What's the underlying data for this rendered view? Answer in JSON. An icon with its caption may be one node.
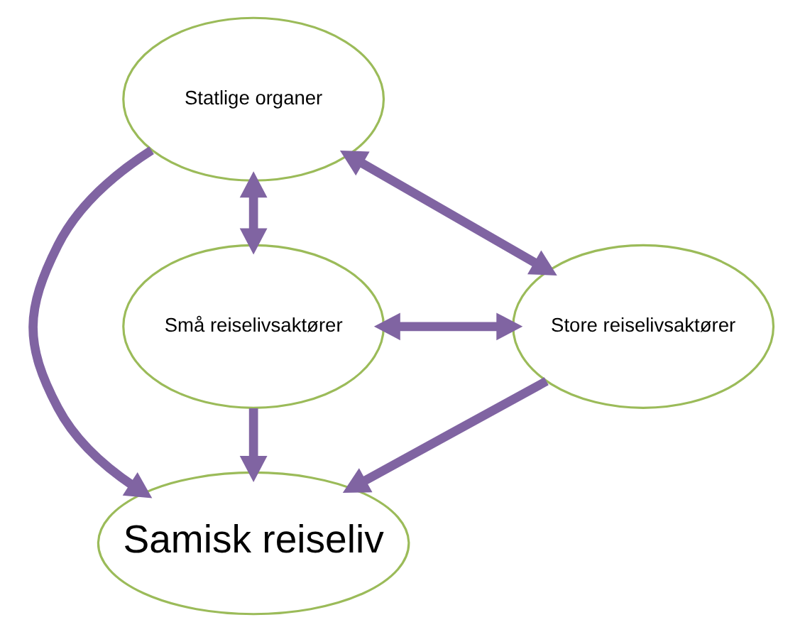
{
  "diagram": {
    "nodes": [
      {
        "text": [
          "Statlige organer"
        ]
      },
      {
        "text": [
          "Samisk reiseliv"
        ]
      },
      {
        "text": [
          "Små reiselivsaktører"
        ]
      },
      {
        "text": [
          "Store reiselivsaktører"
        ]
      }
    ],
    "edges": [
      {
        "from": 0,
        "to": 1,
        "arrow": "to"
      },
      {
        "from": 2,
        "to": 1,
        "arrow": "to"
      },
      {
        "from": 3,
        "to": 1,
        "arrow": "to"
      },
      {
        "from": 0,
        "to": 2,
        "arrow": "both"
      },
      {
        "from": 0,
        "to": 3,
        "arrow": "both"
      },
      {
        "from": 2,
        "to": 3,
        "arrow": "both"
      }
    ]
  }
}
